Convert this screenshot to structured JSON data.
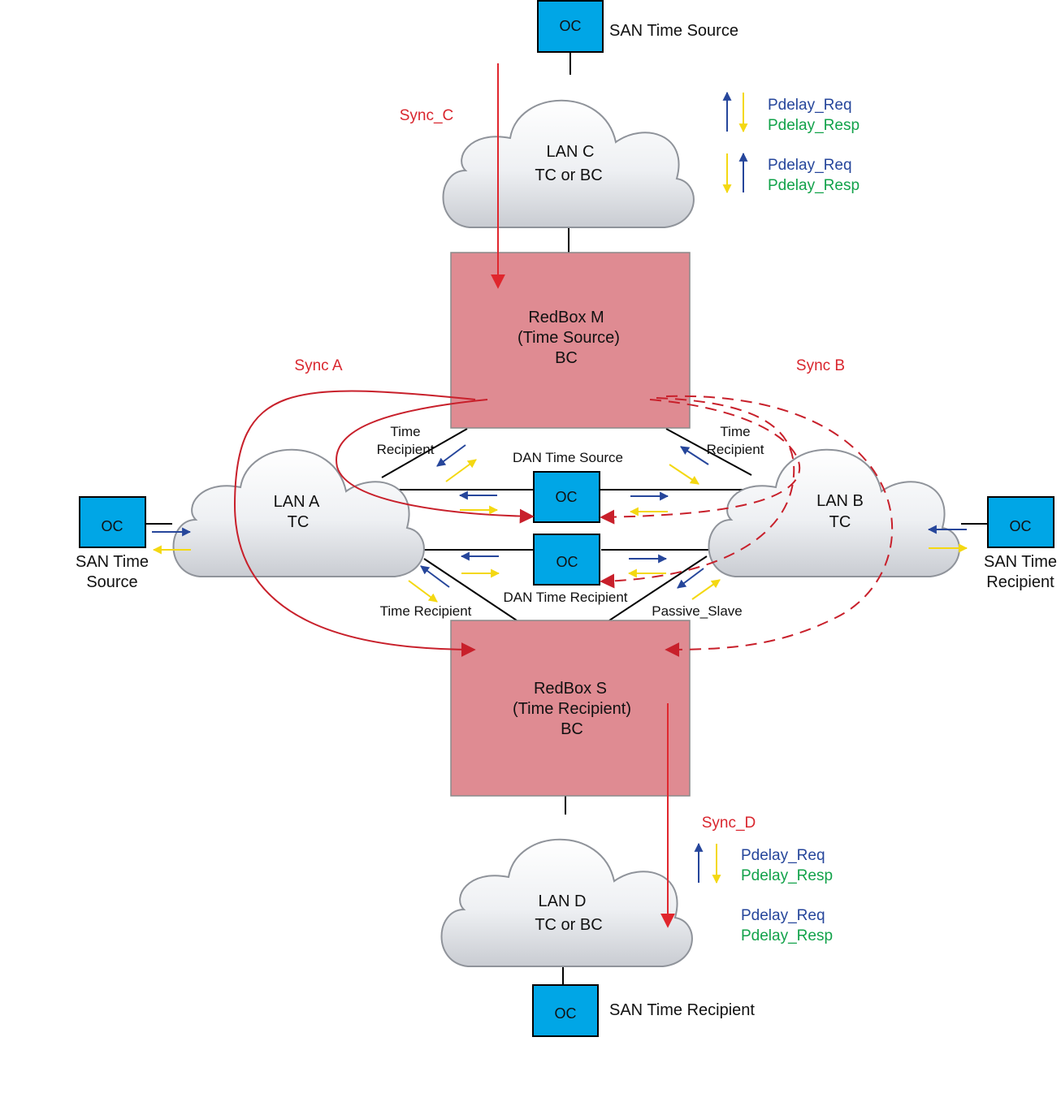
{
  "colors": {
    "oc_box": "#00a6e6",
    "redbox": "#df8b92",
    "sync_line": "#c8202b",
    "req_arrow": "#26469b",
    "resp_arrow": "#f4d812",
    "req_text": "#26469b",
    "resp_text": "#12a24a"
  },
  "icons": [
    "cloud-icon",
    "arrow-up-icon",
    "arrow-down-icon",
    "arrow-right-icon",
    "arrow-left-icon"
  ],
  "oc_label": "OC",
  "top_oc": {
    "label": "OC",
    "caption": "SAN Time Source"
  },
  "bottom_oc": {
    "label": "OC",
    "caption": "SAN Time Recipient"
  },
  "left_oc": {
    "label": "OC",
    "caption_line1": "SAN Time",
    "caption_line2": "Source"
  },
  "right_oc": {
    "label": "OC",
    "caption_line1": "SAN Time",
    "caption_line2": "Recipient"
  },
  "dan_top": {
    "label": "OC",
    "caption": "DAN Time Source"
  },
  "dan_bottom": {
    "label": "OC",
    "caption": "DAN Time Recipient"
  },
  "lan_c": {
    "line1": "LAN C",
    "line2": "TC or BC"
  },
  "lan_d": {
    "line1": "LAN D",
    "line2": "TC or BC"
  },
  "lan_a": {
    "line1": "LAN A",
    "line2": "TC"
  },
  "lan_b": {
    "line1": "LAN B",
    "line2": "TC"
  },
  "redbox_m": {
    "line1": "RedBox M",
    "line2": "(Time Source)",
    "line3": "BC"
  },
  "redbox_s": {
    "line1": "RedBox S",
    "line2": "(Time Recipient)",
    "line3": "BC"
  },
  "port_labels": {
    "m_left_line1": "Time",
    "m_left_line2": "Recipient",
    "m_right_line1": "Time",
    "m_right_line2": "Recipient",
    "s_left": "Time Recipient",
    "s_right": "Passive_Slave"
  },
  "sync": {
    "a": "Sync A",
    "b": "Sync B",
    "c": "Sync_C",
    "d": "Sync_D"
  },
  "legend_top": {
    "req1": "Pdelay_Req",
    "resp1": "Pdelay_Resp",
    "req2": "Pdelay_Req",
    "resp2": "Pdelay_Resp"
  },
  "legend_bottom": {
    "req1": "Pdelay_Req",
    "resp1": "Pdelay_Resp",
    "req2": "Pdelay_Req",
    "resp2": "Pdelay_Resp"
  }
}
